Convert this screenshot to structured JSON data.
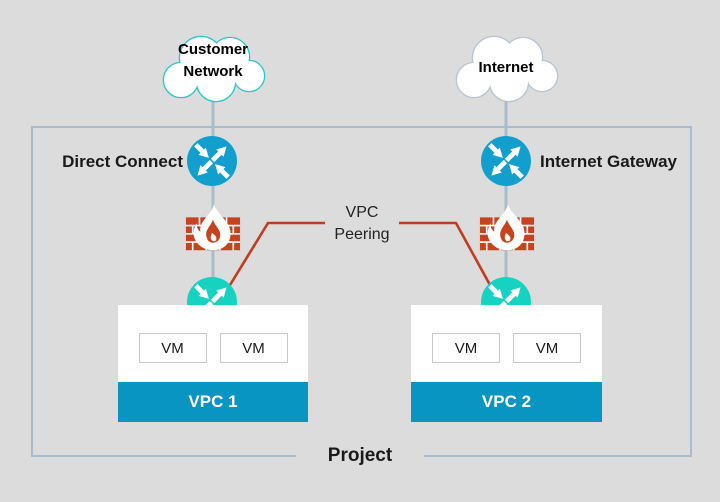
{
  "colors": {
    "background": "#dcdcdc",
    "project_border": "#a8bccb",
    "connector": "#a8bccb",
    "router_blue": "#129fce",
    "router_teal": "#16d2c0",
    "firewall_red": "#c5431f",
    "peering_red": "#c23b20",
    "vpc_bar": "#0995c1",
    "cloud_customer_border": "#29c8c8",
    "cloud_internet_border": "#b7c4d2",
    "text": "#1a1a1a"
  },
  "clouds": [
    {
      "label": "Customer Network"
    },
    {
      "label": "Internet"
    }
  ],
  "gateways": [
    {
      "label": "Direct Connect"
    },
    {
      "label": "Internet Gateway"
    }
  ],
  "peering": {
    "label": "VPC Peering"
  },
  "vpcs": [
    {
      "label": "VPC 1",
      "vms": [
        "VM",
        "VM"
      ]
    },
    {
      "label": "VPC 2",
      "vms": [
        "VM",
        "VM"
      ]
    }
  ],
  "project": {
    "label": "Project"
  },
  "icons": {
    "router": "four-arrow-router-icon",
    "firewall": "brick-wall-flame-icon",
    "cloud": "cloud-shape-icon"
  }
}
